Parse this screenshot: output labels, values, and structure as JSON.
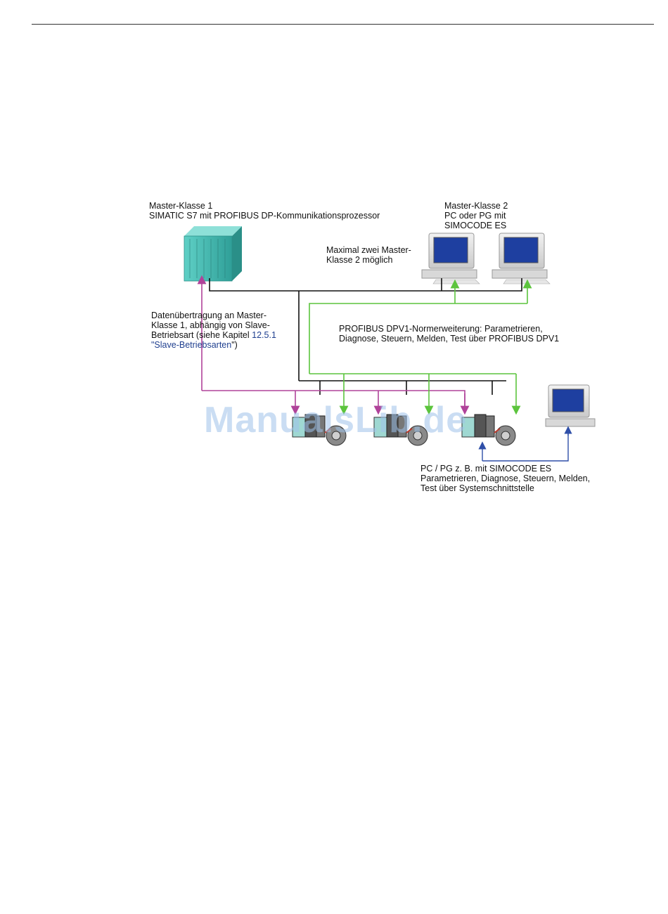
{
  "labels": {
    "master1_title": "Master-Klasse 1",
    "master1_sub": "SIMATIC S7 mit PROFIBUS DP-Kommunikationsprozessor",
    "master2_title": "Master-Klasse 2",
    "master2_line2": "PC oder PG mit",
    "master2_line3": "SIMOCODE ES",
    "max_line1": "Maximal zwei Master-",
    "max_line2": "Klasse 2 möglich",
    "data_line1": "Datenübertragung an Master-",
    "data_line2": "Klasse 1, abhängig von Slave-",
    "data_line3_a": "Betriebsart (siehe Kapitel ",
    "data_line3_link": "12.5.1",
    "data_line4_link": "\"Slave-Betriebsarten",
    "data_line4_end": "\")",
    "profibus_line1": "PROFIBUS DPV1-Normerweiterung: Parametrieren,",
    "profibus_line2": "Diagnose, Steuern, Melden, Test über PROFIBUS DPV1",
    "pcpg_line1": "PC / PG z. B. mit SIMOCODE ES",
    "pcpg_line2": "Parametrieren, Diagnose, Steuern, Melden,",
    "pcpg_line3": "Test über Systemschnittstelle"
  },
  "watermark": "ManualsLib.de",
  "colors": {
    "bus": "#111111",
    "class1_path": "#b0439a",
    "class2_path": "#5cc43d",
    "system_interface": "#2f4fa8",
    "plc": "#45b8b0",
    "screen": "#1e3fa0"
  }
}
